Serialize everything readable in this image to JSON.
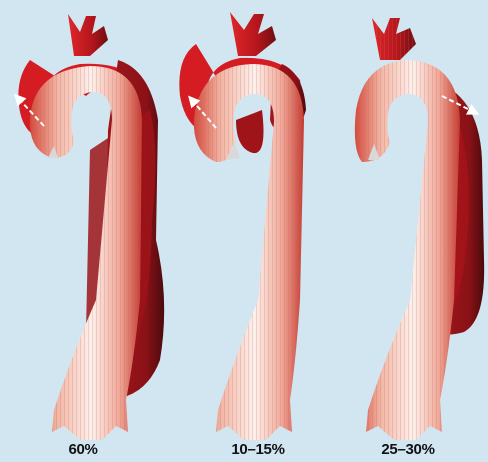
{
  "panels": [
    {
      "percent_label": "60%"
    },
    {
      "percent_label": "10–15%"
    },
    {
      "percent_label": "25–30%"
    }
  ],
  "colors": {
    "background": "#d2e6f2",
    "dissection_red": "#c8191e",
    "dissection_dark": "#8c1318",
    "aorta_light": "#fbeae3",
    "aorta_mid": "#e48a78",
    "flap": "#d9d9d9",
    "arrow": "#ffffff"
  }
}
